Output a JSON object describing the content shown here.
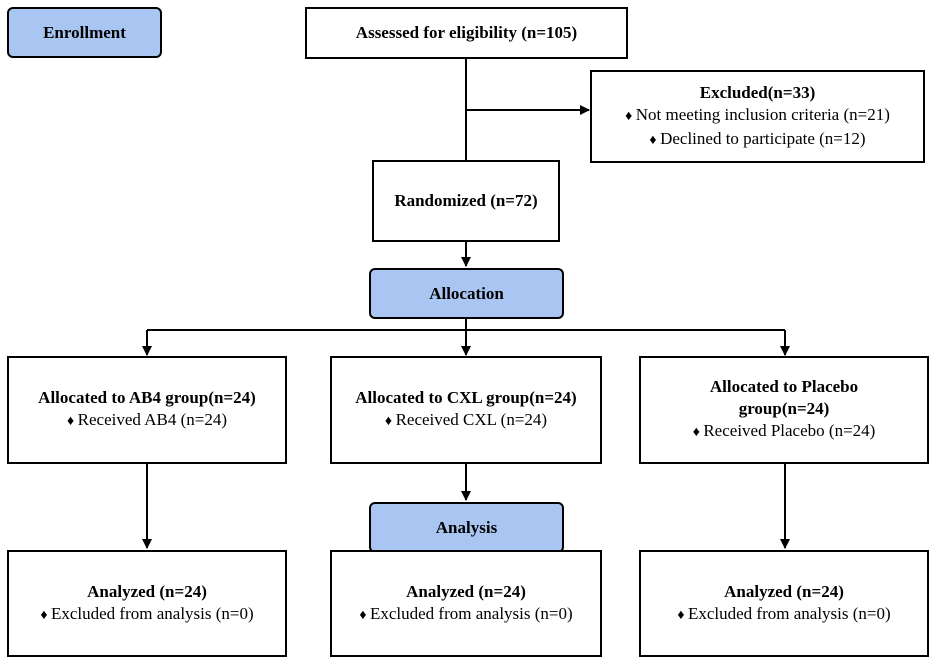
{
  "phases": {
    "enrollment": "Enrollment",
    "allocation": "Allocation",
    "analysis": "Analysis"
  },
  "assessed": "Assessed for eligibility (n=105)",
  "excluded": {
    "title": "Excluded(n=33)",
    "items": [
      "Not meeting inclusion criteria (n=21)",
      "Declined to participate (n=12)"
    ]
  },
  "randomized": "Randomized (n=72)",
  "groups": [
    {
      "title": "Allocated to AB4 group(n=24)",
      "received": "Received AB4 (n=24)",
      "analyzed": "Analyzed (n=24)",
      "excluded": "Excluded from analysis (n=0)"
    },
    {
      "title": "Allocated to CXL group(n=24)",
      "received": "Received CXL (n=24)",
      "analyzed": "Analyzed (n=24)",
      "excluded": "Excluded from analysis (n=0)"
    },
    {
      "title": "Allocated to Placebo group(n=24)",
      "received": "Received Placebo (n=24)",
      "analyzed": "Analyzed (n=24)",
      "excluded": "Excluded from analysis (n=0)"
    }
  ],
  "colors": {
    "phase_fill": "#a9c6f2",
    "line": "#000000"
  }
}
